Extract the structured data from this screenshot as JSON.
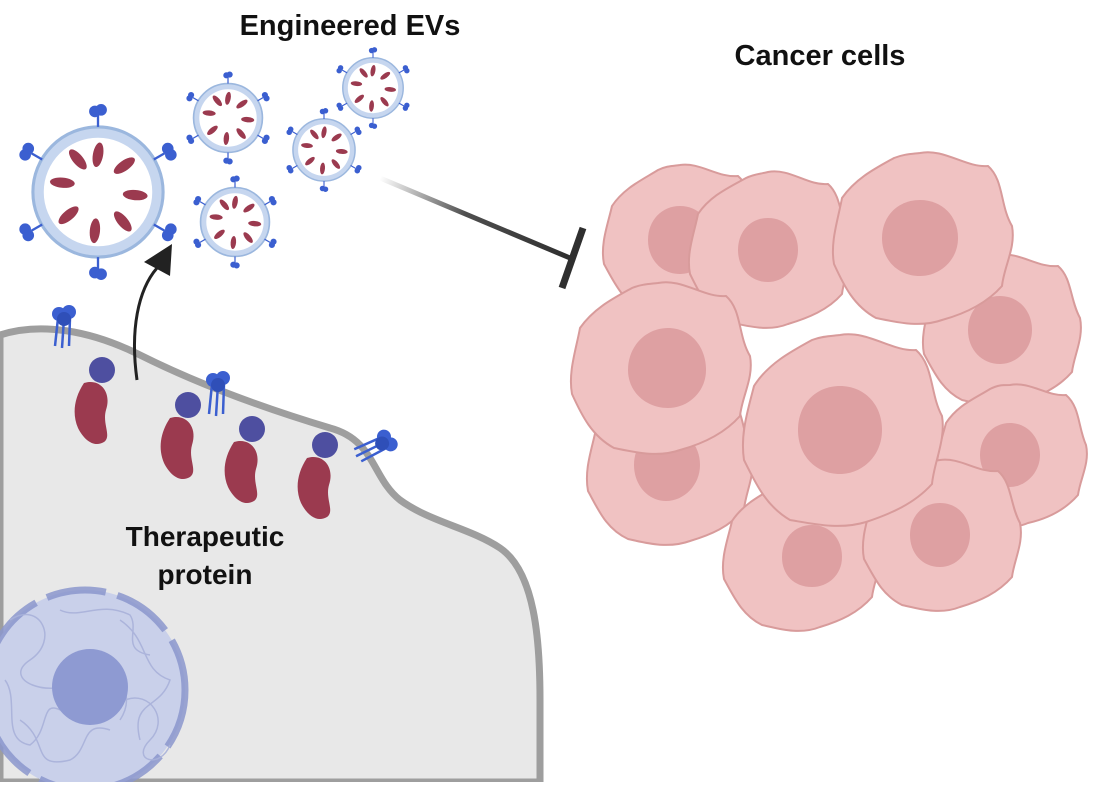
{
  "labels": {
    "engineered_evs": "Engineered EVs",
    "cancer_cells": "Cancer cells",
    "therapeutic_line1": "Therapeutic",
    "therapeutic_line2": "protein"
  },
  "colors": {
    "donor_cell_fill": "#e8e8e8",
    "donor_cell_membrane": "#9e9e9e",
    "nucleus_fill": "#c9d0ea",
    "nucleus_border": "#8b96cc",
    "nucleolus": "#8e9ad2",
    "therapeutic_protein": "#9b3a4f",
    "protein_anchor": "#4e4fa0",
    "receptor": "#3b5fd0",
    "ev_membrane": "#9bb7de",
    "ev_lumen": "#ffffff",
    "cancer_cell_fill": "#f0c2c2",
    "cancer_cell_border": "#d89b9b",
    "cancer_nucleus": "#d9979a",
    "inhibition_line": "#2f2f2f",
    "arrow": "#222222"
  }
}
